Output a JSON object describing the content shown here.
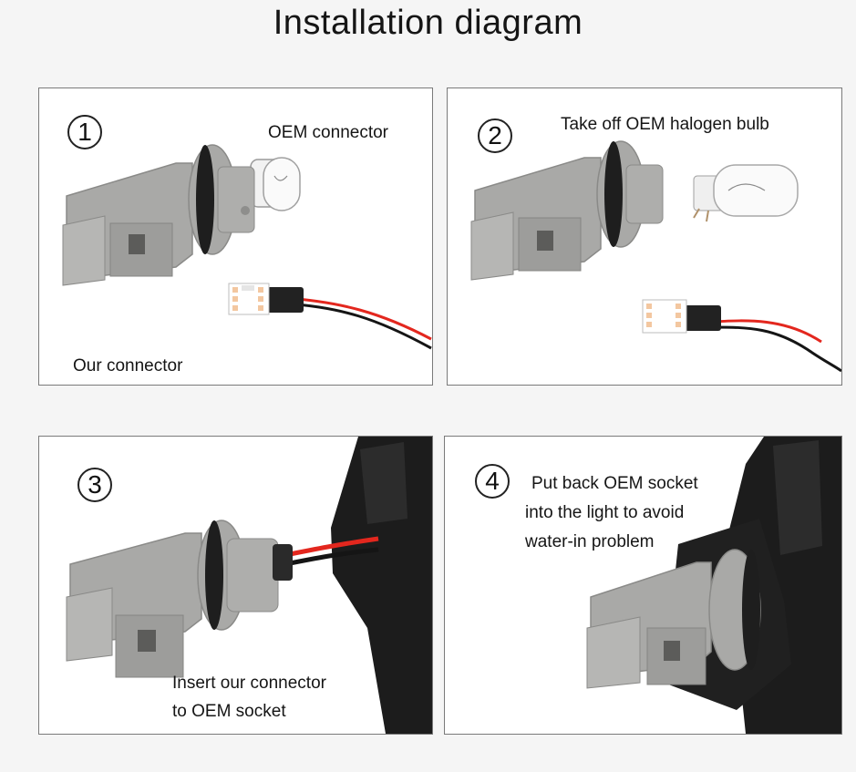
{
  "title": "Installation diagram",
  "colors": {
    "housing": "#a9a9a7",
    "housing_dark": "#8e8e8c",
    "seal": "#1e1e1e",
    "wire_red": "#e3271e",
    "wire_black": "#151515",
    "led_board": "#ffffff",
    "led_chip": "#f3c7a0"
  },
  "panels": [
    {
      "step": "1",
      "labels": [
        "OEM connector",
        "Our connector"
      ],
      "image": "oem-connector-with-halogen-bulb-and-led-bulb"
    },
    {
      "step": "2",
      "labels": [
        "Take off OEM halogen bulb"
      ],
      "image": "halogen-bulb-removed-from-connector"
    },
    {
      "step": "3",
      "labels": [
        "Insert our connector",
        "to OEM socket"
      ],
      "image": "led-connector-inserted-into-socket"
    },
    {
      "step": "4",
      "labels": [
        "Put back OEM socket",
        "into the light to avoid",
        "water-in problem"
      ],
      "image": "socket-installed-in-lamp-housing"
    }
  ]
}
